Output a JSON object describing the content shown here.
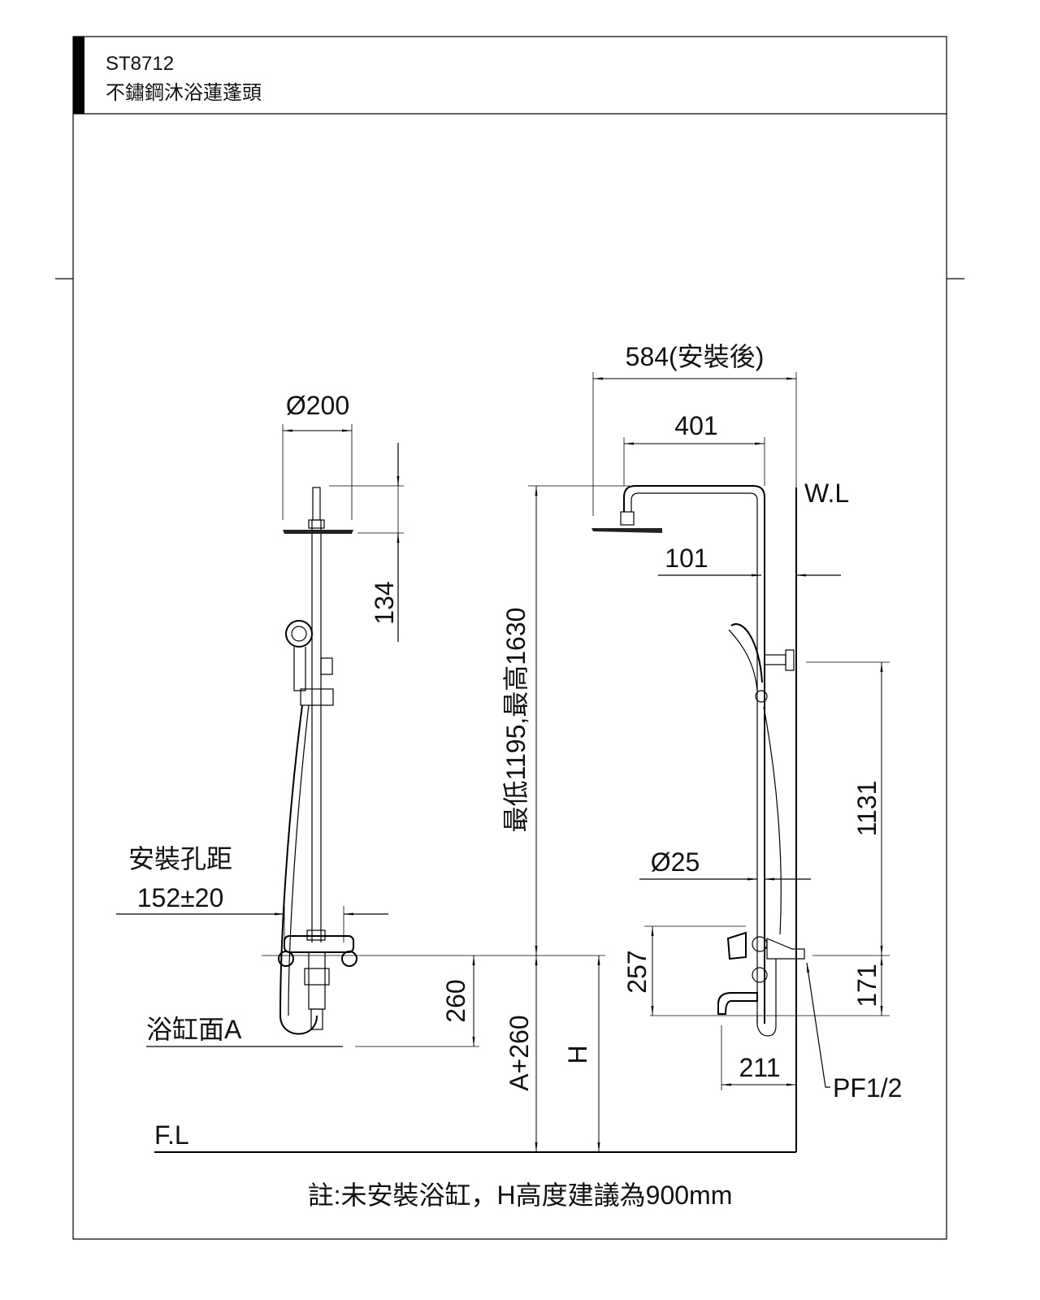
{
  "header": {
    "model": "ST8712",
    "product_name": "不鏽鋼沐浴蓮蓬頭"
  },
  "dimensions": {
    "total_reach": "584(安裝後)",
    "arm_length": "401",
    "wall_line": "W.L",
    "wall_offset": "101",
    "head_diameter": "Ø200",
    "head_drop": "134",
    "height_range": "最低1195,最高1630",
    "bracket_height": "1131",
    "pipe_diameter": "Ø25",
    "hole_distance_label": "安裝孔距",
    "hole_distance": "152±20",
    "spout_drop": "257",
    "inlet_offset": "171",
    "mixer_to_tub": "260",
    "floor_to_mixer": "A+260",
    "tub_height": "H",
    "spout_reach": "211",
    "thread": "PF1/2",
    "tub_surface": "浴缸面A",
    "floor_line": "F.L"
  },
  "note": "註:未安裝浴缸，H高度建議為900mm"
}
